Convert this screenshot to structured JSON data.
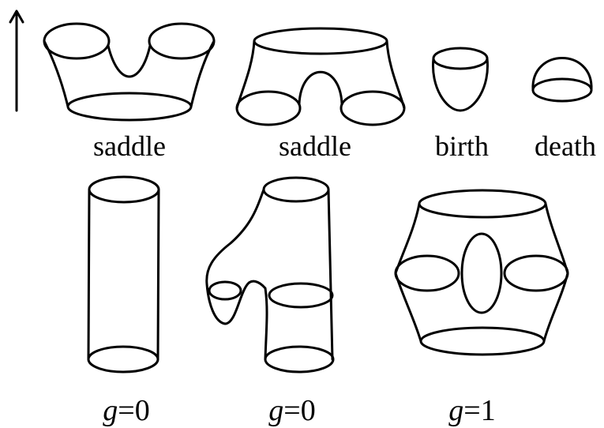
{
  "labels": {
    "saddle_merge": "saddle",
    "saddle_split": "saddle",
    "birth": "birth",
    "death": "death"
  },
  "genus_labels": [
    {
      "var": "g",
      "rest": "=0"
    },
    {
      "var": "g",
      "rest": "=0"
    },
    {
      "var": "g",
      "rest": "=1"
    }
  ],
  "colors": {
    "line": "#000000",
    "background": "#ffffff"
  }
}
